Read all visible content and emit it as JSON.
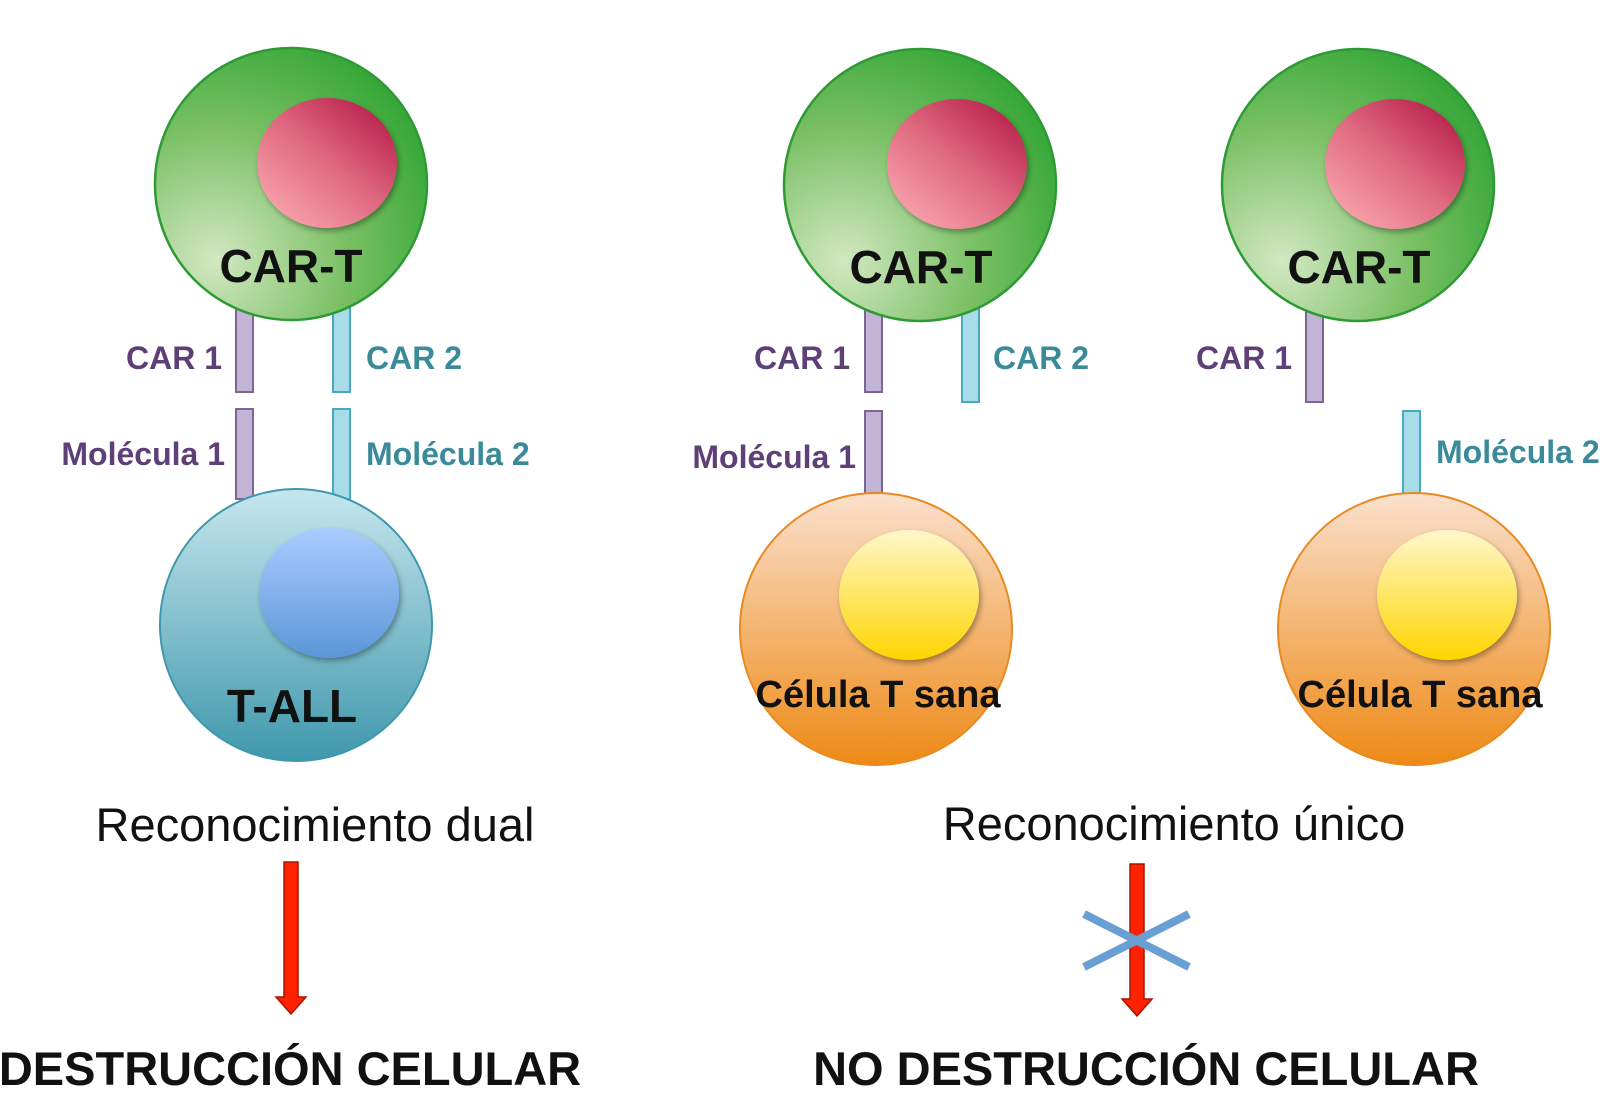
{
  "diagram": {
    "left": {
      "car_t": "CAR-T",
      "car1": "CAR 1",
      "car2": "CAR 2",
      "mol1": "Molécula 1",
      "mol2": "Molécula 2",
      "target": "T-ALL",
      "caption": "Reconocimiento dual",
      "outcome": "DESTRUCCIÓN CELULAR"
    },
    "right": {
      "car_t_a": "CAR-T",
      "car_t_b": "CAR-T",
      "car1_a": "CAR 1",
      "car2_a": "CAR 2",
      "car1_b": "CAR 1",
      "mol1": "Molécula 1",
      "mol2": "Molécula 2",
      "target_a": "Célula T sana",
      "target_b": "Célula T sana",
      "caption": "Reconocimiento único",
      "outcome": "NO DESTRUCCIÓN CELULAR"
    },
    "colors": {
      "car1_text": "#5e4079",
      "car2_text": "#3a8a9a",
      "car1_fill": "#c3b3d6",
      "car1_stroke": "#7c6594",
      "car2_fill": "#a8dce8",
      "car2_stroke": "#4aa9c0",
      "arrow": "#ff2200",
      "cross": "#6a9fd4"
    }
  }
}
